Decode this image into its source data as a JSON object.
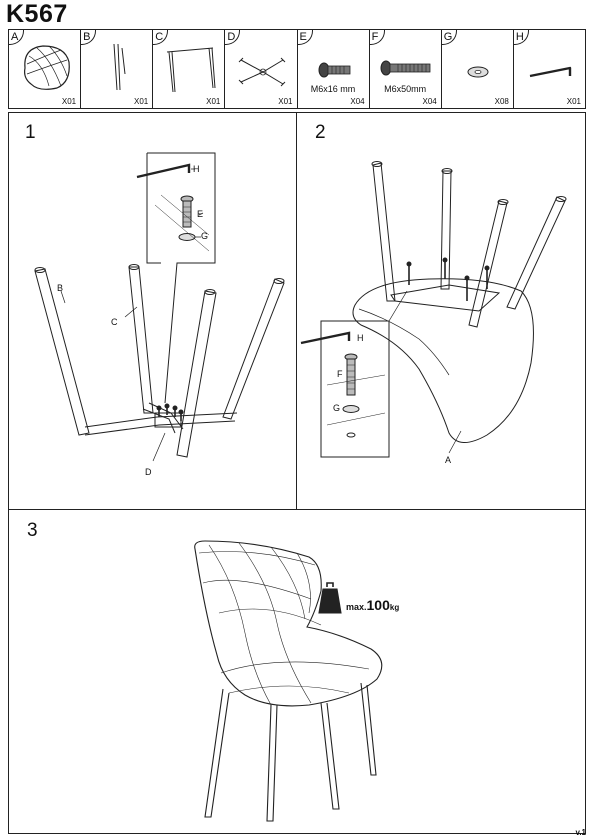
{
  "header": {
    "title": "K567"
  },
  "parts": [
    {
      "letter": "A",
      "qty": "X01",
      "size": "",
      "icon": "chair-seat-icon"
    },
    {
      "letter": "B",
      "qty": "X01",
      "size": "",
      "icon": "chair-leg-pair-icon"
    },
    {
      "letter": "C",
      "qty": "X01",
      "size": "",
      "icon": "chair-leg-frame-icon"
    },
    {
      "letter": "D",
      "qty": "X01",
      "size": "",
      "icon": "cross-bracket-icon"
    },
    {
      "letter": "E",
      "qty": "X04",
      "size": "M6x16 mm",
      "icon": "short-bolt-icon"
    },
    {
      "letter": "F",
      "qty": "X04",
      "size": "M6x50mm",
      "icon": "long-bolt-icon"
    },
    {
      "letter": "G",
      "qty": "X08",
      "size": "",
      "icon": "washer-icon"
    },
    {
      "letter": "H",
      "qty": "X01",
      "size": "",
      "icon": "allen-key-icon"
    }
  ],
  "steps": {
    "step1": {
      "number": "1",
      "labels": {
        "b": "B",
        "c": "C",
        "d": "D",
        "h": "H",
        "e": "E",
        "g": "G"
      }
    },
    "step2": {
      "number": "2",
      "labels": {
        "a": "A",
        "h": "H",
        "f": "F",
        "g": "G"
      }
    },
    "step3": {
      "number": "3",
      "max_prefix": "max.",
      "max_value": "100",
      "max_unit": "kg"
    }
  },
  "footer": {
    "version": "v.1"
  }
}
